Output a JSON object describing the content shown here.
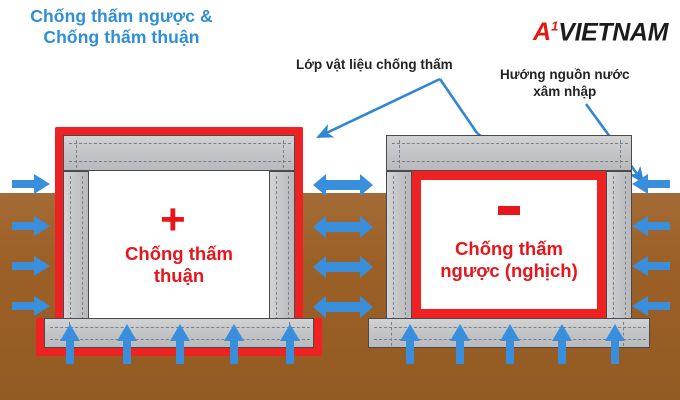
{
  "headline": {
    "text": "Chống thấm ngược & Chống thấm thuận"
  },
  "logo": {
    "mark": "A",
    "sup": "1",
    "name": "VIETNAM",
    "mark_color": "#e01b10",
    "name_color": "#1c1c1c"
  },
  "callouts": {
    "material": "Lớp vật liệu chống thấm",
    "water": "Hướng nguồn nước xâm nhập"
  },
  "structures": {
    "left": {
      "sign": "+",
      "caption_line1": "Chống thấm",
      "caption_line2": "thuận",
      "membrane_position": "exterior",
      "membrane_color": "#ee2222"
    },
    "right": {
      "sign": "−",
      "caption_line1": "Chống thấm",
      "caption_line2": "ngược (nghịch)",
      "membrane_position": "interior",
      "membrane_color": "#ee2222"
    }
  },
  "palette": {
    "soil": "#9c6026",
    "concrete": "#c6c7ca",
    "membrane": "#ee2222",
    "arrow": "#3a8fdd",
    "headline": "#2e8fd6",
    "caption": "#e8151a",
    "background": "#ffffff"
  },
  "arrows": {
    "left_side_label": "water pressure pushing inward from left",
    "right_side_label": "water pressure pushing inward from right",
    "bottom_label": "water pressure pushing upward from below",
    "middle_label": "water pressure in soil between structures",
    "left_count": 4,
    "right_count": 4,
    "bottom_left_count": 5,
    "bottom_right_count": 5,
    "middle_count": 4
  }
}
